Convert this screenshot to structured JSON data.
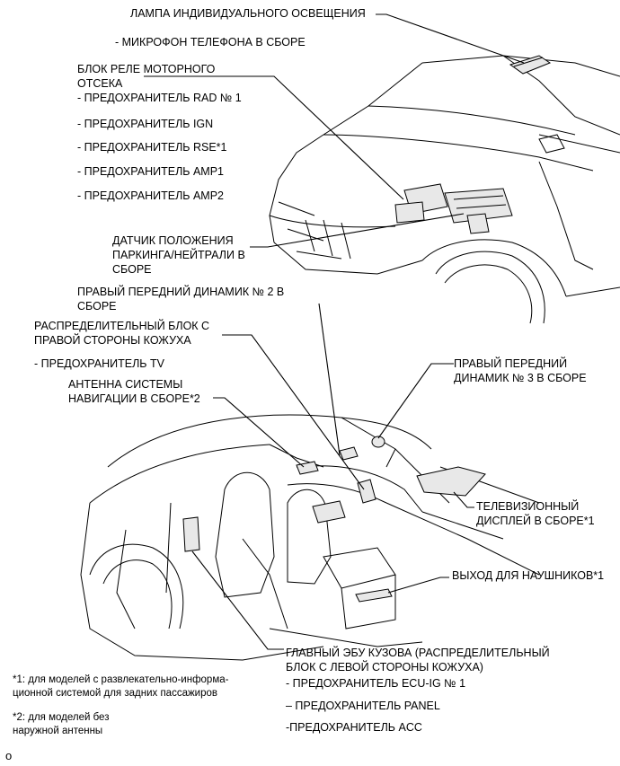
{
  "labels": {
    "lamp": "ЛАМПА ИНДИВИДУАЛЬНОГО ОСВЕЩЕНИЯ",
    "microphone": "- МИКРОФОН ТЕЛЕФОНА В СБОРЕ",
    "relay_block_l1": "БЛОК РЕЛЕ МОТОРНОГО",
    "relay_block_l2": "ОТСЕКА",
    "fuse_rad": "- ПРЕДОХРАНИТЕЛЬ RAD № 1",
    "fuse_ign": "- ПРЕДОХРАНИТЕЛЬ IGN",
    "fuse_rse": "- ПРЕДОХРАНИТЕЛЬ RSE*1",
    "fuse_amp1": "- ПРЕДОХРАНИТЕЛЬ AMP1",
    "fuse_amp2": "- ПРЕДОХРАНИТЕЛЬ AMP2",
    "park_sensor_l1": "ДАТЧИК ПОЛОЖЕНИЯ",
    "park_sensor_l2": "ПАРКИНГА/НЕЙТРАЛИ В",
    "park_sensor_l3": "СБОРЕ",
    "speaker2_l1": "ПРАВЫЙ ПЕРЕДНИЙ ДИНАМИК № 2 В",
    "speaker2_l2": "СБОРЕ",
    "junction_r_l1": "РАСПРЕДЕЛИТЕЛЬНЫЙ БЛОК С",
    "junction_r_l2": "ПРАВОЙ СТОРОНЫ КОЖУХА",
    "fuse_tv": "- ПРЕДОХРАНИТЕЛЬ TV",
    "nav_antenna_l1": "АНТЕННА СИСТЕМЫ",
    "nav_antenna_l2": "НАВИГАЦИИ В СБОРЕ*2",
    "speaker3_l1": "ПРАВЫЙ ПЕРЕДНИЙ",
    "speaker3_l2": "ДИНАМИК № 3 В СБОРЕ",
    "tv_display_l1": "ТЕЛЕВИЗИОННЫЙ",
    "tv_display_l2": "ДИСПЛЕЙ В СБОРЕ*1",
    "headphone": "ВЫХОД ДЛЯ НАУШНИКОВ*1",
    "main_ecu_l1": "ГЛАВНЫЙ ЭБУ КУЗОВА (РАСПРЕДЕЛИТЕЛЬНЫЙ",
    "main_ecu_l2": "БЛОК С ЛЕВОЙ СТОРОНЫ КОЖУХА)",
    "fuse_ecu_ig": "- ПРЕДОХРАНИТЕЛЬ ECU-IG № 1",
    "fuse_panel": "– ПРЕДОХРАНИТЕЛЬ PANEL",
    "fuse_acc": "-ПРЕДОХРАНИТЕЛЬ ACC"
  },
  "notes": {
    "note1_l1": "*1: для моделей с развлекательно-информа-",
    "note1_l2": "ционной системой для задних пассажиров",
    "note2_l1": "*2: для моделей без",
    "note2_l2": "наружной антенны"
  },
  "corner_mark": "o"
}
